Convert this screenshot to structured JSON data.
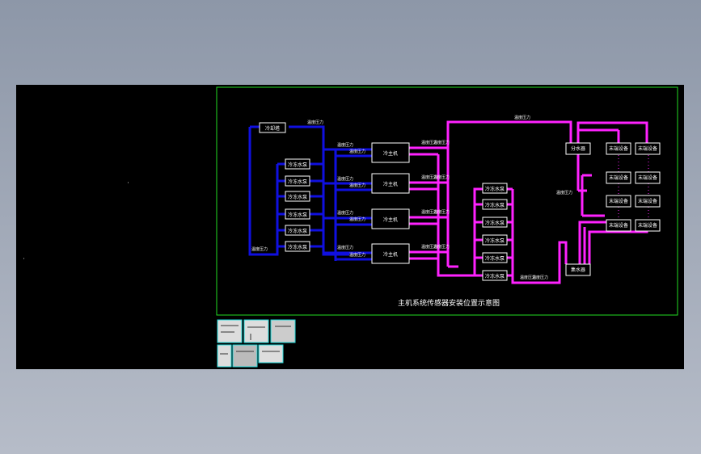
{
  "title": "主机系统传感器安装位置示意图",
  "labels": {
    "cooling_tower": "冷却塔",
    "pump": "冷冻水泵",
    "chiller": "冷主机",
    "chw_pump": "冷冻水泵",
    "divider": "分水器",
    "collector": "集水器",
    "terminal": "末端设备",
    "sensor": "温度压力"
  },
  "colors": {
    "condenser_loop": "#1010e0",
    "chilled_loop": "#ff22ff",
    "frame": "#22dd22",
    "box_stroke": "#ffffff"
  }
}
